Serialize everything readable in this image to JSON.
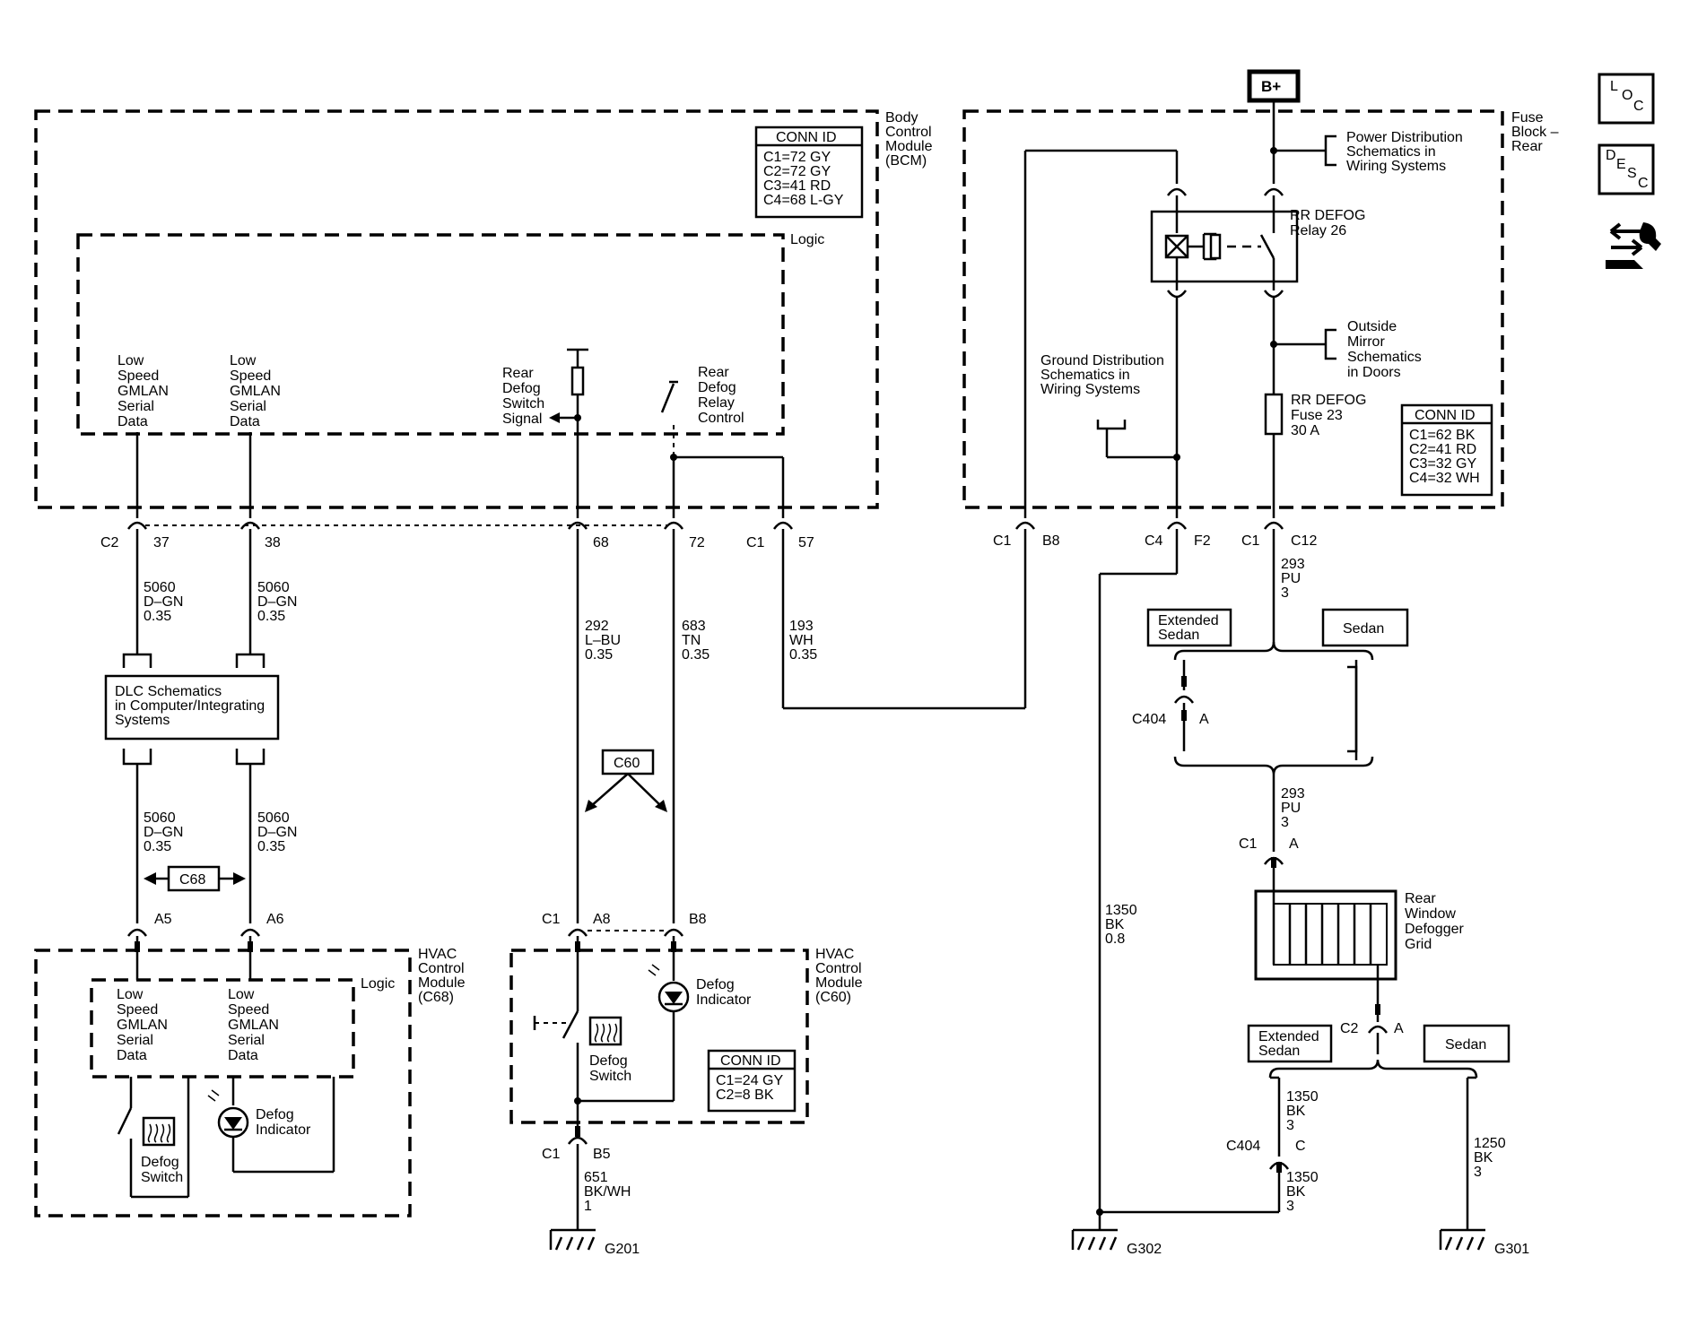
{
  "modules": {
    "bcm": [
      "Body",
      "Control",
      "Module",
      "(BCM)"
    ],
    "bcm_logic": "Logic",
    "fuse_block": [
      "Fuse",
      "Block –",
      "Rear"
    ],
    "hvac_c68": [
      "HVAC",
      "Control",
      "Module",
      "(C68)"
    ],
    "hvac_c68_logic": "Logic",
    "hvac_c60": [
      "HVAC",
      "Control",
      "Module",
      "(C60)"
    ]
  },
  "conn_tables": {
    "bcm": {
      "title": "CONN ID",
      "rows": [
        "C1=72 GY",
        "C2=72 GY",
        "C3=41 RD",
        "C4=68 L-GY"
      ]
    },
    "fuse": {
      "title": "CONN ID",
      "rows": [
        "C1=62 BK",
        "C2=41 RD",
        "C3=32 GY",
        "C4=32 WH"
      ]
    },
    "c60": {
      "title": "CONN ID",
      "rows": [
        "C1=24 GY",
        "C2=8 BK"
      ]
    }
  },
  "power": {
    "label": "B+"
  },
  "side_icons": {
    "loc": [
      "L",
      "O",
      "C"
    ],
    "desc": [
      "D",
      "E",
      "S",
      "C"
    ],
    "icon_name": "wrench-arrows-icon"
  },
  "bcm_signals": {
    "gmlan1": [
      "Low",
      "Speed",
      "GMLAN",
      "Serial",
      "Data"
    ],
    "gmlan2": [
      "Low",
      "Speed",
      "GMLAN",
      "Serial",
      "Data"
    ],
    "switch_signal": [
      "Rear",
      "Defog",
      "Switch",
      "Signal"
    ],
    "relay_control": [
      "Rear",
      "Defog",
      "Relay",
      "Control"
    ]
  },
  "bcm_pins": {
    "c2": "C2",
    "p37": "37",
    "p38": "38",
    "p68": "68",
    "p72": "72",
    "c1": "C1",
    "p57": "57"
  },
  "wires": {
    "w1": [
      "5060",
      "D–GN",
      "0.35"
    ],
    "w2": [
      "5060",
      "D–GN",
      "0.35"
    ],
    "w3": [
      "5060",
      "D–GN",
      "0.35"
    ],
    "w4": [
      "5060",
      "D–GN",
      "0.35"
    ],
    "w292": [
      "292",
      "L–BU",
      "0.35"
    ],
    "w683": [
      "683",
      "TN",
      "0.35"
    ],
    "w193": [
      "193",
      "WH",
      "0.35"
    ],
    "w293a": [
      "293",
      "PU",
      "3"
    ],
    "w293b": [
      "293",
      "PU",
      "3"
    ],
    "w1350gnd": [
      "1350",
      "BK",
      "0.8"
    ],
    "w1350a": [
      "1350",
      "BK",
      "3"
    ],
    "w1350b": [
      "1350",
      "BK",
      "3"
    ],
    "w1250": [
      "1250",
      "BK",
      "3"
    ],
    "w651": [
      "651",
      "BK/WH",
      "1"
    ]
  },
  "dlc": {
    "lines": [
      "DLC Schematics",
      "in Computer/Integrating",
      "Systems"
    ]
  },
  "option_tags": {
    "c68": "C68",
    "c60": "C60",
    "ext_sedan1": [
      "Extended",
      "Sedan"
    ],
    "sedan1": "Sedan",
    "ext_sedan2": [
      "Extended",
      "Sedan"
    ],
    "sedan2": "Sedan"
  },
  "hvac_c68_pins": {
    "a5": "A5",
    "a6": "A6"
  },
  "hvac_c68_signals": {
    "gmlan1": [
      "Low",
      "Speed",
      "GMLAN",
      "Serial",
      "Data"
    ],
    "gmlan2": [
      "Low",
      "Speed",
      "GMLAN",
      "Serial",
      "Data"
    ],
    "defog_indicator": [
      "Defog",
      "Indicator"
    ],
    "defog_switch": [
      "Defog",
      "Switch"
    ]
  },
  "hvac_c60_pins": {
    "c1": "C1",
    "a8": "A8",
    "b8": "B8",
    "c1b": "C1",
    "b5": "B5"
  },
  "hvac_c60_signals": {
    "defog_indicator": [
      "Defog",
      "Indicator"
    ],
    "defog_switch": [
      "Defog",
      "Switch"
    ]
  },
  "fuse_block": {
    "power_dist": [
      "Power Distribution",
      "Schematics in",
      "Wiring  Systems"
    ],
    "relay": [
      "RR DEFOG",
      "Relay 26"
    ],
    "outside_mirror": [
      "Outside",
      "Mirror",
      "Schematics",
      "in Doors"
    ],
    "ground_dist": [
      "Ground Distribution",
      "Schematics in",
      "Wiring  Systems"
    ],
    "fuse": [
      "RR DEFOG",
      "Fuse 23",
      "30 A"
    ],
    "pins": {
      "c1": "C1",
      "b8": "B8",
      "c4": "C4",
      "f2": "F2",
      "c1b": "C1",
      "c12": "C12"
    }
  },
  "rear": {
    "c404a": "C404",
    "pin_a": "A",
    "c1": "C1",
    "c1_a": "A",
    "grid": [
      "Rear",
      "Window",
      "Defogger",
      "Grid"
    ],
    "c2": "C2",
    "c2_a": "A",
    "c404c": "C404",
    "pin_c": "C"
  },
  "grounds": {
    "g201": "G201",
    "g302": "G302",
    "g301": "G301"
  }
}
